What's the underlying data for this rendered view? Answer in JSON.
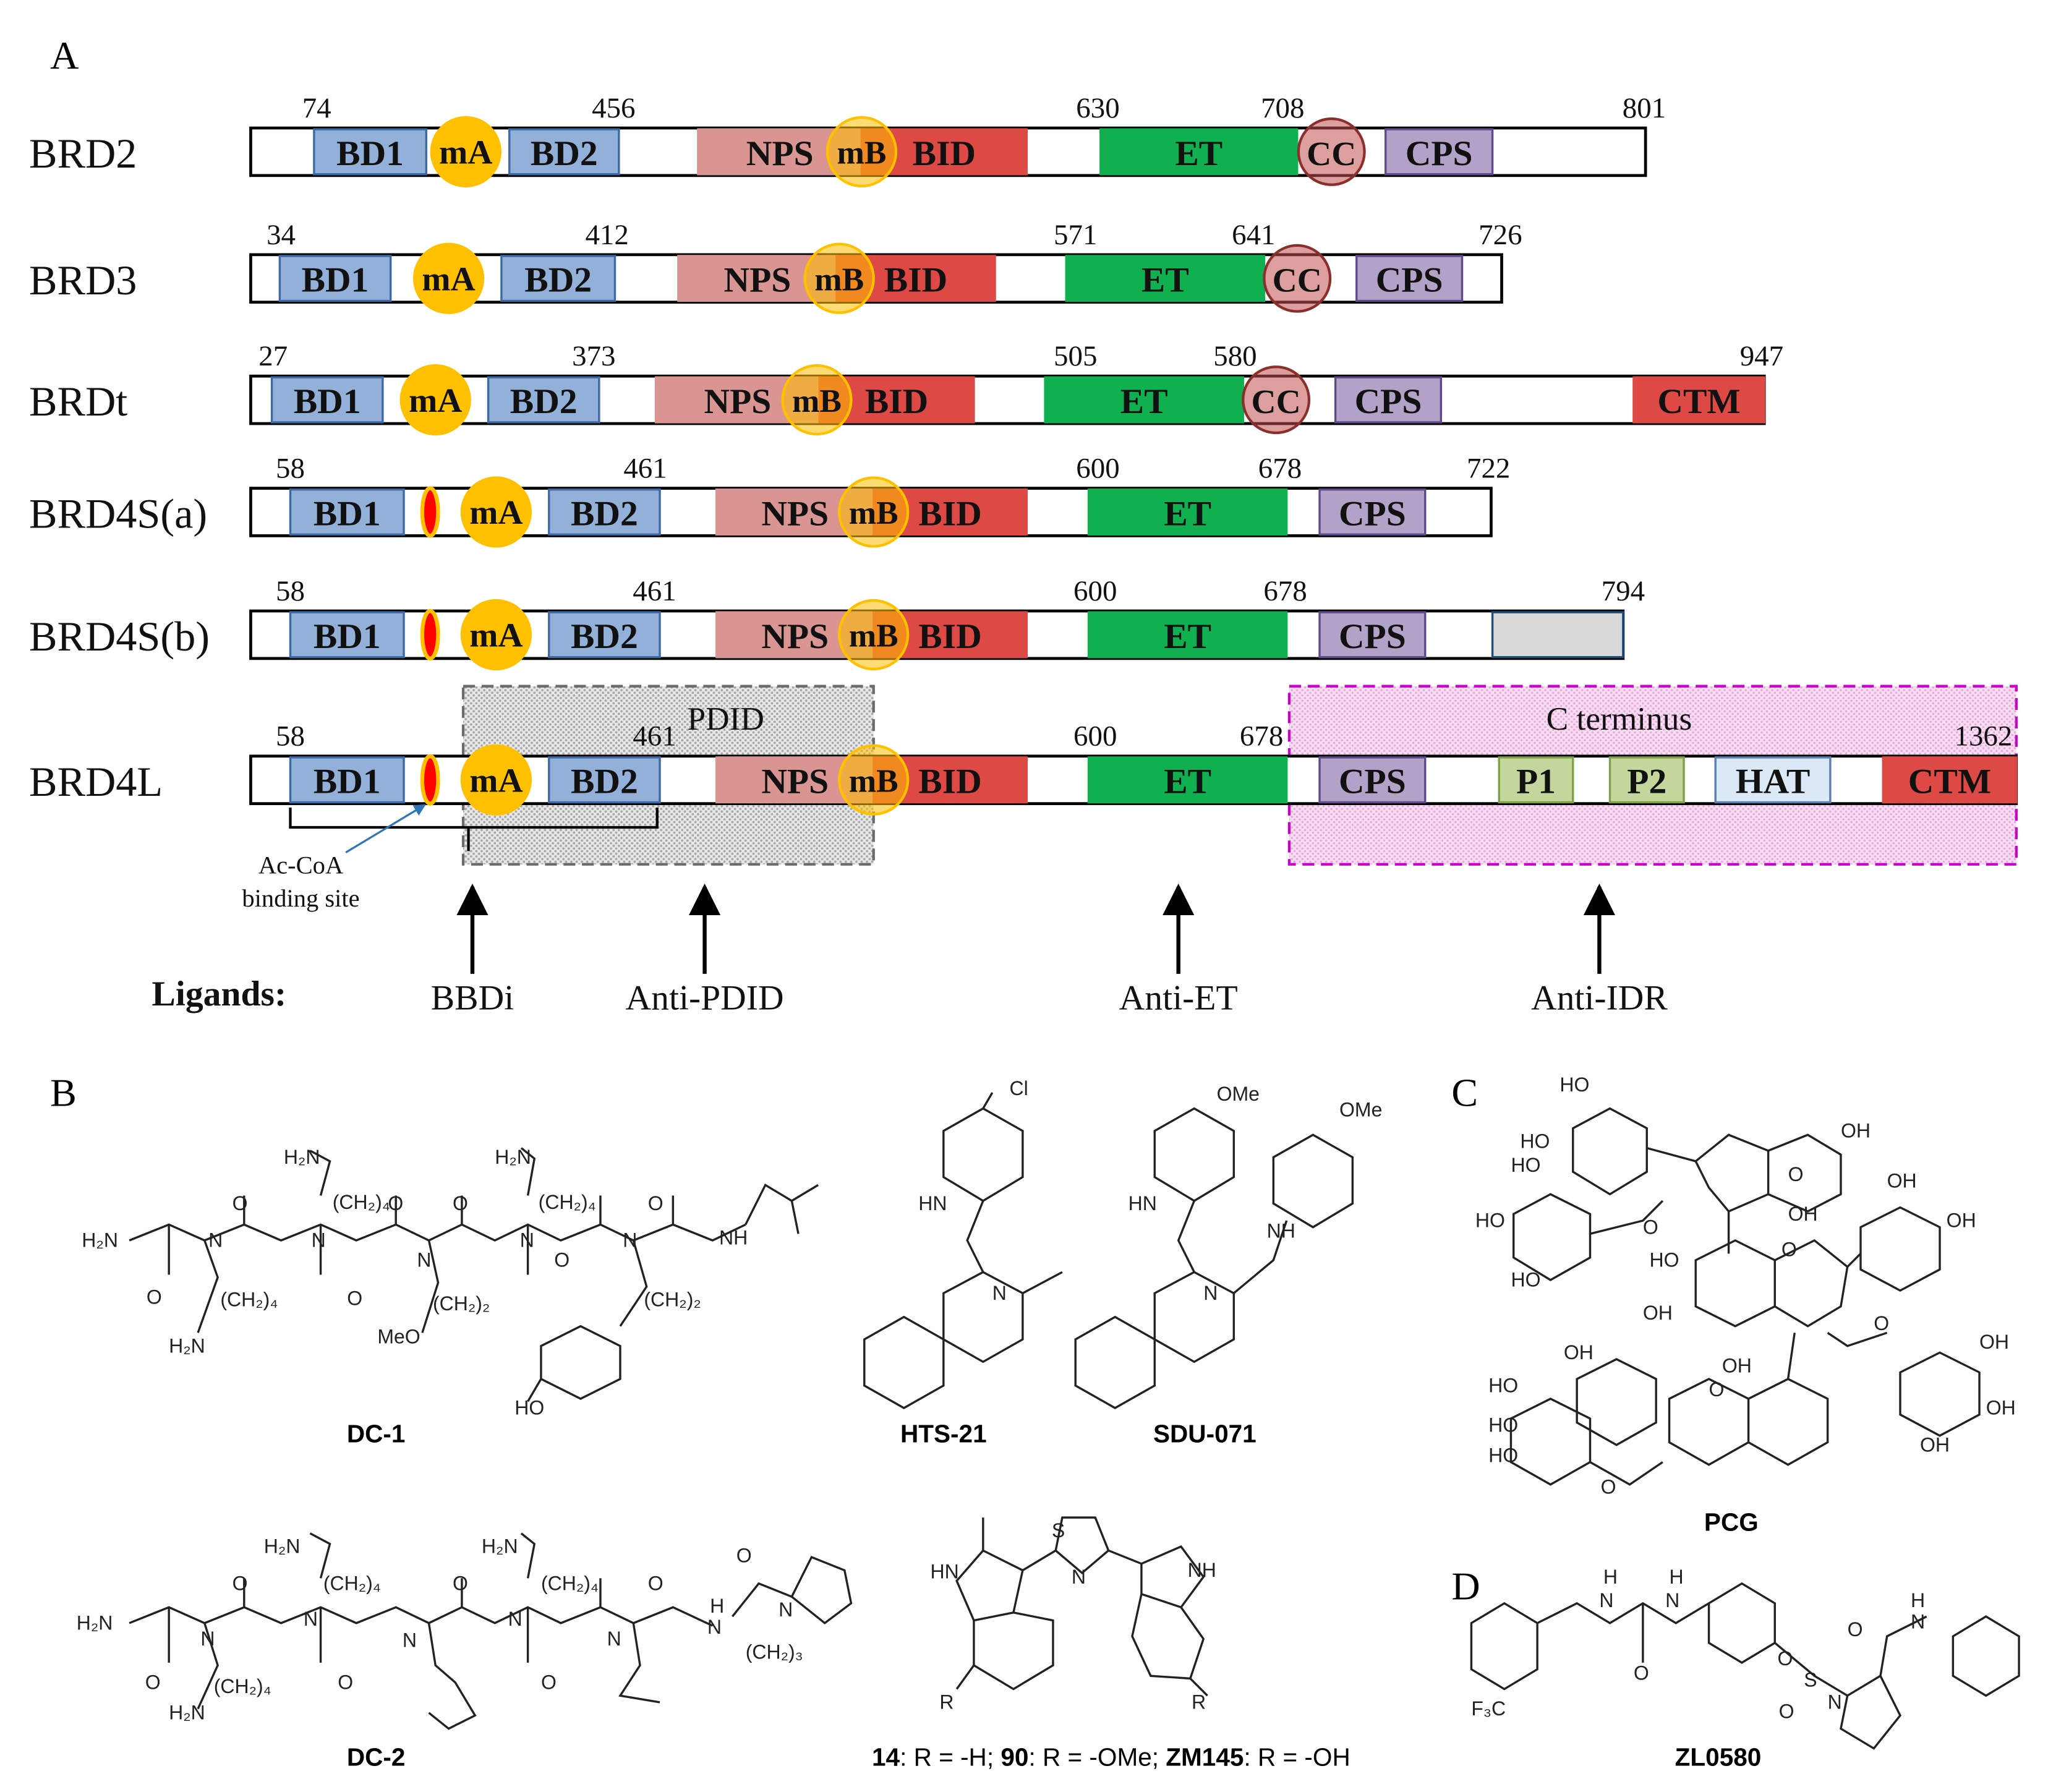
{
  "colors": {
    "bd": "#93b0d8",
    "bd_border": "#3d6aa6",
    "nps": "#d99592",
    "bid": "#dd4a46",
    "et": "#10b050",
    "cps": "#b3a2c7",
    "cps_border": "#5f4b8b",
    "ctm": "#dd4a46",
    "p": "#c3d69b",
    "hat": "#dbe8f5",
    "gray_ext": "#d9d9d9",
    "motif": "#ffc000",
    "cc": "#c0504d",
    "acoa": "#ff0000",
    "pdid_fill": "#e4e4e4",
    "cterm_fill": "#f5d5ef",
    "cterm_border": "#cc00cc"
  },
  "panel_a": {
    "label": "A",
    "proteins": [
      {
        "name": "BRD2",
        "end": "801",
        "numbers": [
          "74",
          "456",
          "630",
          "708",
          "801"
        ],
        "domains": [
          "BD1",
          "mA",
          "BD2",
          "NPS",
          "mB",
          "BID",
          "ET",
          "CC",
          "CPS"
        ]
      },
      {
        "name": "BRD3",
        "end": "726",
        "numbers": [
          "34",
          "412",
          "571",
          "641",
          "726"
        ],
        "domains": [
          "BD1",
          "mA",
          "BD2",
          "NPS",
          "mB",
          "BID",
          "ET",
          "CC",
          "CPS"
        ]
      },
      {
        "name": "BRDt",
        "end": "947",
        "numbers": [
          "27",
          "373",
          "505",
          "580",
          "947"
        ],
        "domains": [
          "BD1",
          "mA",
          "BD2",
          "NPS",
          "mB",
          "BID",
          "ET",
          "CC",
          "CPS",
          "CTM"
        ]
      },
      {
        "name": "BRD4S(a)",
        "end": "722",
        "numbers": [
          "58",
          "461",
          "600",
          "678",
          "722"
        ],
        "domains": [
          "BD1",
          "mA",
          "BD2",
          "NPS",
          "mB",
          "BID",
          "ET",
          "CPS"
        ]
      },
      {
        "name": "BRD4S(b)",
        "end": "794",
        "numbers": [
          "58",
          "461",
          "600",
          "678",
          "794"
        ],
        "domains": [
          "BD1",
          "mA",
          "BD2",
          "NPS",
          "mB",
          "BID",
          "ET",
          "CPS"
        ]
      },
      {
        "name": "BRD4L",
        "end": "1362",
        "numbers": [
          "58",
          "461",
          "600",
          "678",
          "1362"
        ],
        "domains": [
          "BD1",
          "mA",
          "BD2",
          "NPS",
          "mB",
          "BID",
          "ET",
          "CPS",
          "P1",
          "P2",
          "HAT",
          "CTM"
        ]
      }
    ],
    "regions": {
      "pdid": "PDID",
      "cterm": "C terminus"
    },
    "acoa_label": [
      "Ac-CoA",
      "binding site"
    ],
    "ligands_label": "Ligands:",
    "ligands": [
      "BBDi",
      "Anti-PDID",
      "Anti-ET",
      "Anti-IDR"
    ]
  },
  "panel_b": {
    "label": "B",
    "compounds": [
      "DC-1",
      "HTS-21",
      "SDU-071",
      "DC-2"
    ],
    "series_caption": [
      {
        "text": "14",
        "bold": true
      },
      {
        "text": ": R = -H; ",
        "bold": false
      },
      {
        "text": "90",
        "bold": true
      },
      {
        "text": ": R = -OMe; ",
        "bold": false
      },
      {
        "text": "ZM145",
        "bold": true
      },
      {
        "text": ": R = -OH",
        "bold": false
      }
    ]
  },
  "panel_c": {
    "label": "C",
    "compound": "PCG"
  },
  "panel_d": {
    "label": "D",
    "compound": "ZL0580"
  }
}
